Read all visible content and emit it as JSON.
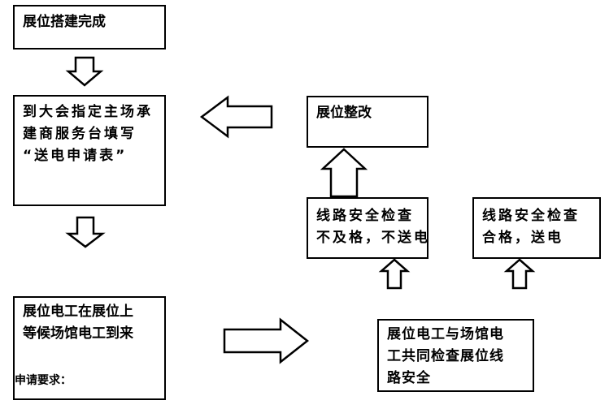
{
  "steps": {
    "booth_complete": "展位搭建完成",
    "submit_form": [
      "到大会指定主场承",
      "建商服务台填写",
      "“送电申请表”"
    ],
    "wait_electrician": [
      "展位电工在展位上",
      "等候场馆电工到来"
    ],
    "application_requirements_label": "申请要求：",
    "booth_rectification": "展位整改",
    "check_failed": [
      "线路安全检查",
      "不及格，不送电"
    ],
    "check_passed": [
      "线路安全检查",
      "合格，送电"
    ],
    "joint_inspection": [
      "展位电工与场馆电",
      "工共同检查展位线",
      "路安全"
    ]
  }
}
